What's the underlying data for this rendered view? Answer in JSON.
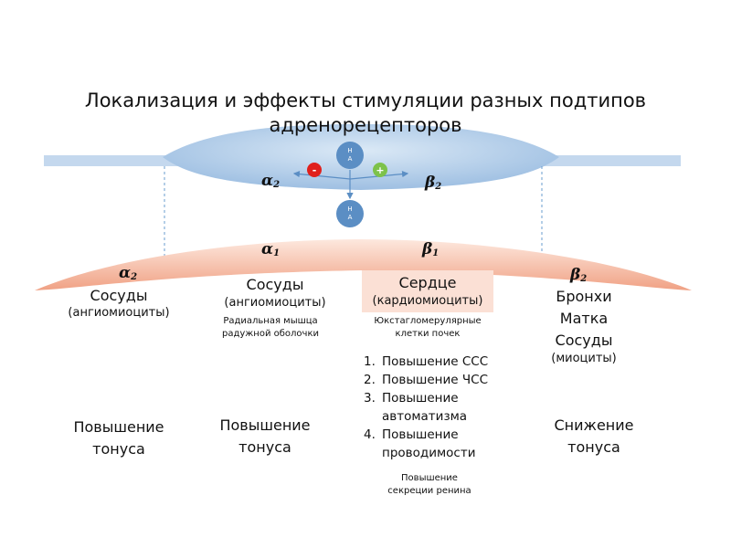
{
  "title": "Локализация и эффекты стимуляции разных подтипов адренорецепторов",
  "presynaptic": {
    "na_top": [
      "Н",
      "А"
    ],
    "na_bottom": [
      "Н",
      "А"
    ],
    "minus_sign": "-",
    "plus_sign": "+",
    "receptor_left": {
      "letter": "α",
      "sub": "2"
    },
    "receptor_right": {
      "letter": "β",
      "sub": "2"
    }
  },
  "postsynaptic": {
    "receptor_alpha1": {
      "letter": "α",
      "sub": "1"
    },
    "receptor_beta1": {
      "letter": "β",
      "sub": "1"
    }
  },
  "columns": {
    "alpha2": {
      "receptor": {
        "letter": "α",
        "sub": "2"
      },
      "target": "Сосуды",
      "cells": "(ангиомиоциты)",
      "effect_line1": "Повышение",
      "effect_line2": "тонуса"
    },
    "alpha1": {
      "target": "Сосуды",
      "cells": "(ангиомиоциты)",
      "extra_line1": "Радиальная мышца",
      "extra_line2": "радужной оболочки",
      "effect_line1": "Повышение",
      "effect_line2": "тонуса"
    },
    "beta1": {
      "target": "Сердце",
      "cells": "(кардиомиоциты)",
      "extra_line1": "Юкстагломерулярные",
      "extra_line2": "клетки почек",
      "effects": [
        {
          "num": "1.",
          "lines": [
            "Повышение ССС"
          ]
        },
        {
          "num": "2.",
          "lines": [
            "Повышение ЧСС"
          ]
        },
        {
          "num": "3.",
          "lines": [
            "Повышение",
            "автоматизма"
          ]
        },
        {
          "num": "4.",
          "lines": [
            "Повышение",
            "проводимости"
          ]
        }
      ],
      "renin_line1": "Повышение",
      "renin_line2": "секреции ренина"
    },
    "beta2": {
      "receptor": {
        "letter": "β",
        "sub": "2"
      },
      "targets": [
        "Бронхи",
        "Матка",
        "Сосуды"
      ],
      "cells": "(миоциты)",
      "effect_line1": "Снижение",
      "effect_line2": "тонуса"
    }
  },
  "colors": {
    "presynaptic_blue": "#a9c8e6",
    "presynaptic_line": "#c4d8ee",
    "postsynaptic_salmon": "#f3a98b",
    "heart_highlight": "#fbe0d5",
    "na_circle": "#5b8ec4",
    "minus_circle": "#e0201c",
    "plus_circle": "#7dc24a"
  }
}
